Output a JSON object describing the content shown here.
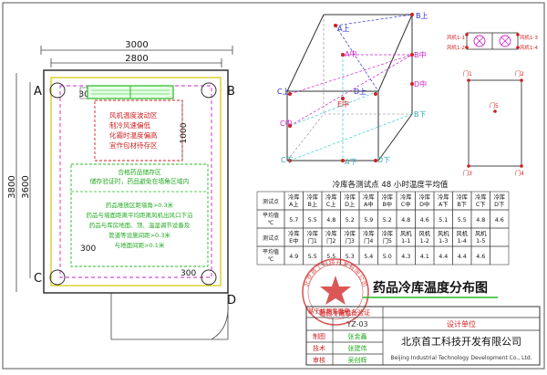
{
  "plan": {
    "dims": {
      "top_outer": "3000",
      "top_inner": "2800",
      "left_outer": "3800",
      "left_inner": "3600",
      "small_w": "300",
      "small_h": "1000",
      "small_corner": "300"
    },
    "axes": {
      "a": "A",
      "b": "B",
      "c": "C",
      "d": "D"
    },
    "zone_upper": [
      "风机温度波动区",
      "制冷风速偏低",
      "化霜时温度偏高",
      "宜作包材待存区"
    ],
    "zone_lower_1": [
      "合格药品储存区",
      "储存验证时，药品避免在墙角区域内"
    ],
    "zone_lower_2": [
      "药品堆放区距墙角>0.3米",
      "药品与墙面距离平均距离风机出风口下沿",
      "药品与库房地面、顶、温湿调节设备及",
      "管道等设施间距>0.3米",
      "与地面间距>0.1米"
    ]
  },
  "box3d": {
    "labels": {
      "a_up": "A上",
      "b_up": "B上",
      "c_up": "C上",
      "d_up": "D上",
      "a_mid": "A中",
      "b_mid": "B中",
      "c_mid": "C中",
      "d_mid": "D中",
      "a_low": "A下",
      "b_low": "B下",
      "c_low": "C下",
      "d_low": "D下",
      "e_mid": "E中"
    }
  },
  "fans": {
    "labels": {
      "f1": "风机1-1",
      "f2": "风机1-2",
      "f3": "风机1-3",
      "f4": "风机1-4"
    }
  },
  "doors": {
    "labels": {
      "n1": "门1",
      "n2": "门2",
      "n3": "门3",
      "n4": "门4",
      "n5": "门5"
    }
  },
  "table": {
    "title": "冷库各测试点 48 小时温度平均值",
    "rows": [
      [
        "测试点",
        "冷库A上",
        "冷库B上",
        "冷库C上",
        "冷库D上",
        "冷库A中",
        "冷库B中",
        "冷库C中",
        "冷库D中",
        "冷库A下",
        "冷库B下",
        "冷库C下",
        "冷库D下"
      ],
      [
        "平均值℃",
        "5.7",
        "5.5",
        "4.8",
        "5.2",
        "5.9",
        "5.2",
        "4.8",
        "4.6",
        "5.1",
        "5.5",
        "4.8",
        "4.6"
      ],
      [
        "测试点",
        "冷库E中",
        "冷库门1",
        "冷库门2",
        "冷库门3",
        "冷库门4",
        "冷库门5",
        "风机1-1",
        "风机1-2",
        "风机1-3",
        "风机1-4",
        "风机1-5",
        ""
      ],
      [
        "平均值℃",
        "4.9",
        "5.5",
        "5.5",
        "5.3",
        "5.4",
        "5.0",
        "4.3",
        "4.1",
        "4.4",
        "4.4",
        "4.6",
        ""
      ]
    ]
  },
  "title": {
    "big": "药品冷库温度分布图",
    "stamp_center": "检测专用章",
    "stamp_ring": "北京首工科技开发有限公司",
    "company": "北京首工科技开发有限公司",
    "company_en": "Beijing Industrial Technology Development Co., Ltd.",
    "project": "医药冷链设备验证",
    "drawing_no": "YZ-03",
    "design_unit": "设计单位",
    "roles": [
      "制图",
      "技术",
      "审核"
    ],
    "names": [
      "张金鑫",
      "张建伟",
      "吴创辉"
    ],
    "left_label": "基于检测专用章"
  },
  "colors": {
    "line": "#3a3a3a",
    "blue": "#2b2bd0",
    "magenta": "#cc22cc",
    "green": "#22bb22",
    "cyan": "#33cccc",
    "red": "#d02020",
    "yellow": "#d4c400"
  }
}
